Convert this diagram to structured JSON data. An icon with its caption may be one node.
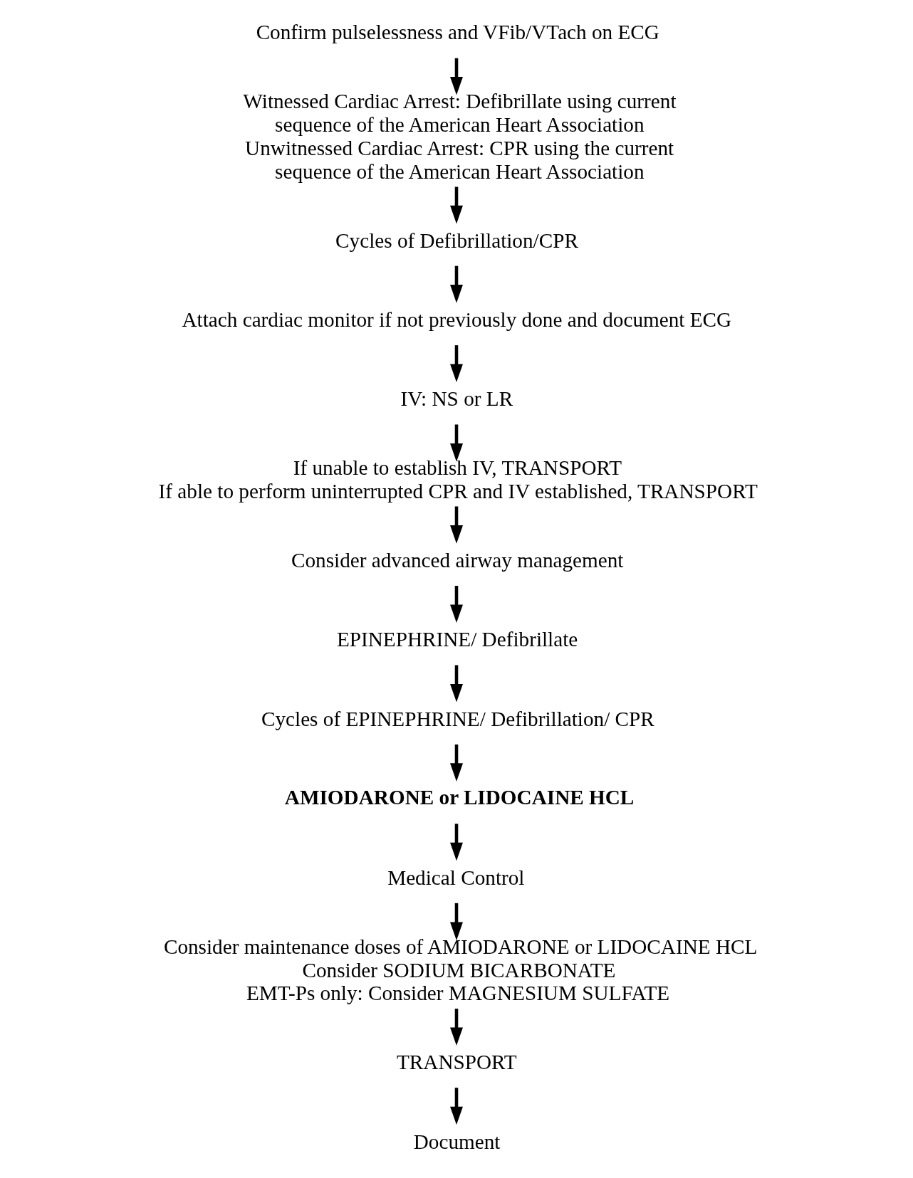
{
  "diagram": {
    "nodes": [
      {
        "text": [
          "Confirm pulselessness and VFib/VTach on ECG"
        ]
      },
      {
        "text": [
          "Witnessed Cardiac Arrest: Defibrillate using current sequence of the American Heart Association",
          "Unwitnessed Cardiac Arrest: CPR using the current sequence of the American Heart Association"
        ]
      },
      {
        "text": [
          "Cycles of Defibrillation/CPR"
        ]
      },
      {
        "text": [
          "Attach cardiac monitor if not previously done and document ECG"
        ]
      },
      {
        "text": [
          "IV: NS or LR"
        ]
      },
      {
        "text": [
          "If unable to establish IV, TRANSPORT",
          "If able to perform uninterrupted CPR and IV established, TRANSPORT"
        ]
      },
      {
        "text": [
          "Consider advanced airway management"
        ]
      },
      {
        "text": [
          "EPINEPHRINE/ Defibrillate"
        ]
      },
      {
        "text": [
          "Cycles of EPINEPHRINE/ Defibrillation/ CPR"
        ]
      },
      {
        "text": [
          "AMIODARONE or LIDOCAINE HCL"
        ]
      },
      {
        "text": [
          "Medical Control"
        ]
      },
      {
        "text": [
          "Consider maintenance doses of AMIODARONE or LIDOCAINE HCL",
          "Consider SODIUM BICARBONATE",
          "EMT-Ps only: Consider MAGNESIUM SULFATE"
        ]
      },
      {
        "text": [
          "TRANSPORT"
        ]
      },
      {
        "text": [
          "Document"
        ]
      }
    ],
    "edges": [
      {
        "from": 0,
        "to": 1,
        "arrow": "to"
      },
      {
        "from": 1,
        "to": 2,
        "arrow": "to"
      },
      {
        "from": 2,
        "to": 3,
        "arrow": "to"
      },
      {
        "from": 3,
        "to": 4,
        "arrow": "to"
      },
      {
        "from": 4,
        "to": 5,
        "arrow": "to"
      },
      {
        "from": 5,
        "to": 6,
        "arrow": "to"
      },
      {
        "from": 6,
        "to": 7,
        "arrow": "to"
      },
      {
        "from": 7,
        "to": 8,
        "arrow": "to"
      },
      {
        "from": 8,
        "to": 9,
        "arrow": "to"
      },
      {
        "from": 9,
        "to": 10,
        "arrow": "to"
      },
      {
        "from": 10,
        "to": 11,
        "arrow": "to"
      },
      {
        "from": 11,
        "to": 12,
        "arrow": "to"
      },
      {
        "from": 12,
        "to": 13,
        "arrow": "to"
      }
    ]
  }
}
